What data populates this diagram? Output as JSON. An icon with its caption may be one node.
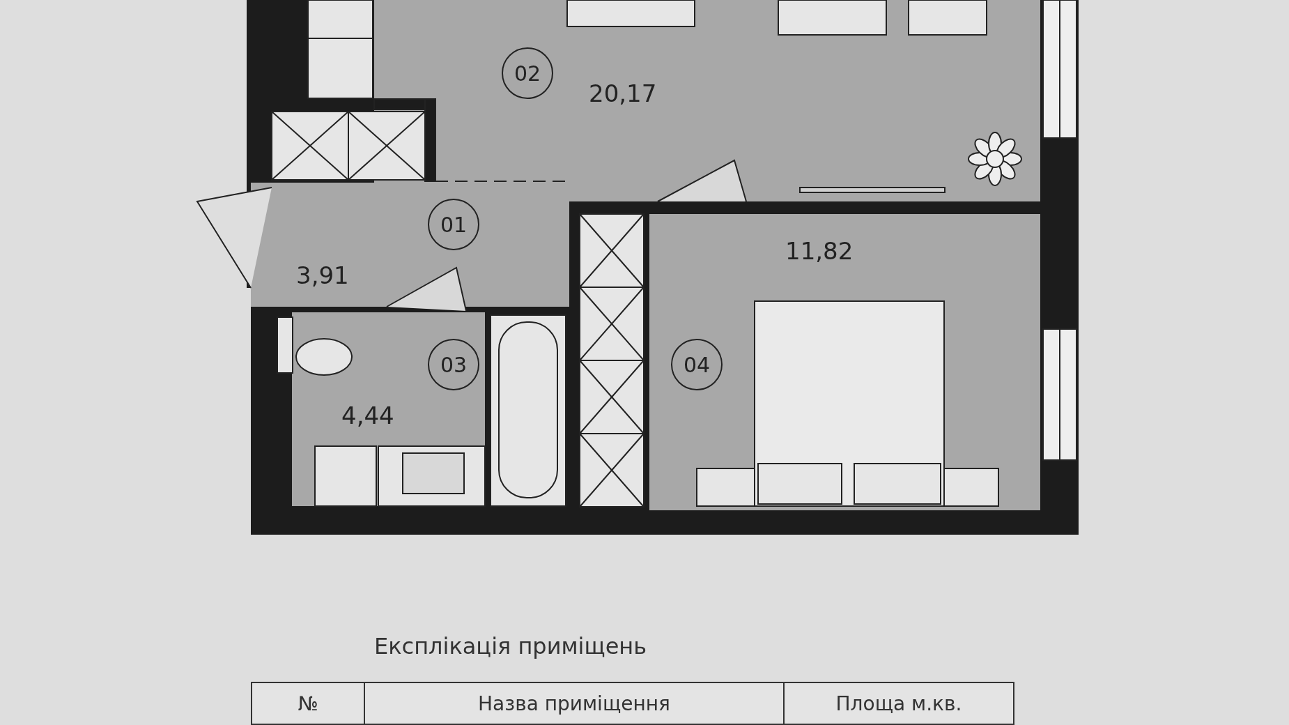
{
  "diagram": {
    "nodes": [
      {
        "text": [
          "01",
          "3,91"
        ]
      },
      {
        "text": [
          "02",
          "20,17"
        ]
      },
      {
        "text": [
          "03",
          "4,44"
        ]
      },
      {
        "text": [
          "04",
          "11,82"
        ]
      }
    ],
    "labels": [
      "Експлікація приміщень",
      "№",
      "Назва приміщення",
      "Площа м.кв."
    ]
  }
}
